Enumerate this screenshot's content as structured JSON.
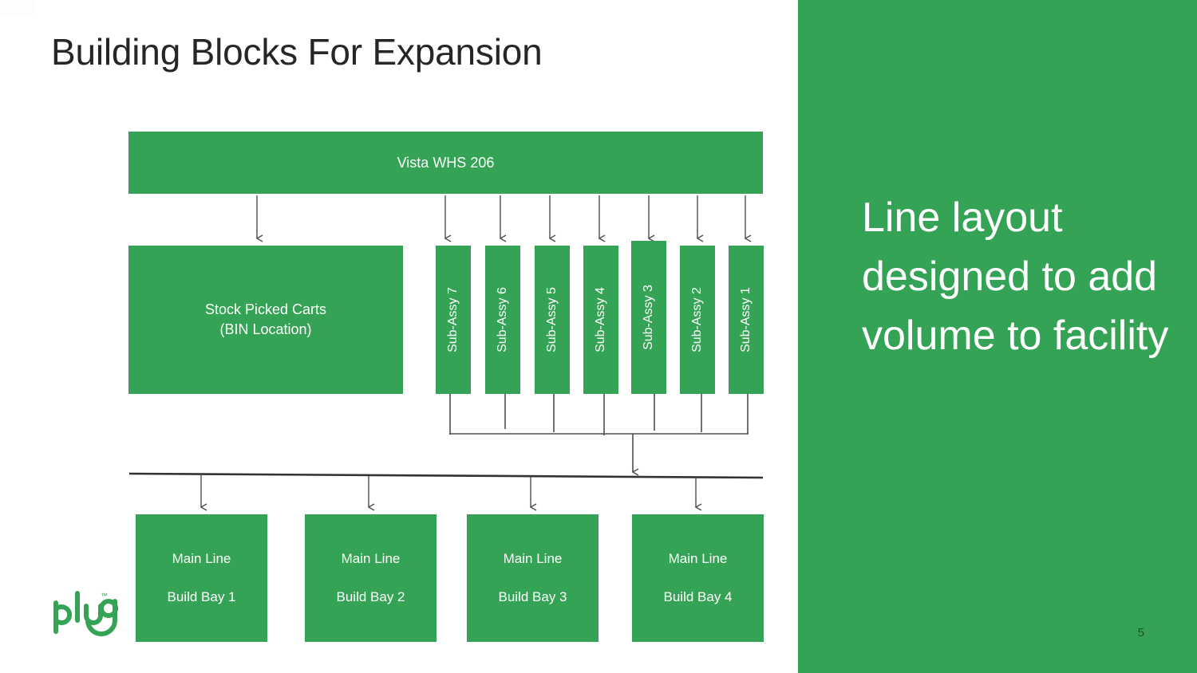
{
  "slide": {
    "title": "Building Blocks For Expansion",
    "page_number": "5",
    "accent_green": "#35a355",
    "title_color": "#262626"
  },
  "right_panel": {
    "headline": "Line layout designed to add volume to facility"
  },
  "diagram": {
    "source_box": {
      "label": "Vista WHS 206"
    },
    "stock_box": {
      "line1": "Stock Picked Carts",
      "line2": "(BIN Location)"
    },
    "sub_assemblies": [
      {
        "label": "Sub-Assy 7"
      },
      {
        "label": "Sub-Assy 6"
      },
      {
        "label": "Sub-Assy 5"
      },
      {
        "label": "Sub-Assy 4"
      },
      {
        "label": "Sub-Assy 3"
      },
      {
        "label": "Sub-Assy 2"
      },
      {
        "label": "Sub-Assy 1"
      }
    ],
    "main_lines": [
      {
        "line1": "Main Line",
        "line2": "Build Bay 1"
      },
      {
        "line1": "Main Line",
        "line2": "Build Bay 2"
      },
      {
        "line1": "Main Line",
        "line2": "Build Bay 3"
      },
      {
        "line1": "Main Line",
        "line2": "Build Bay 4"
      }
    ]
  },
  "logo": {
    "name": "plug",
    "trademark": "™"
  }
}
